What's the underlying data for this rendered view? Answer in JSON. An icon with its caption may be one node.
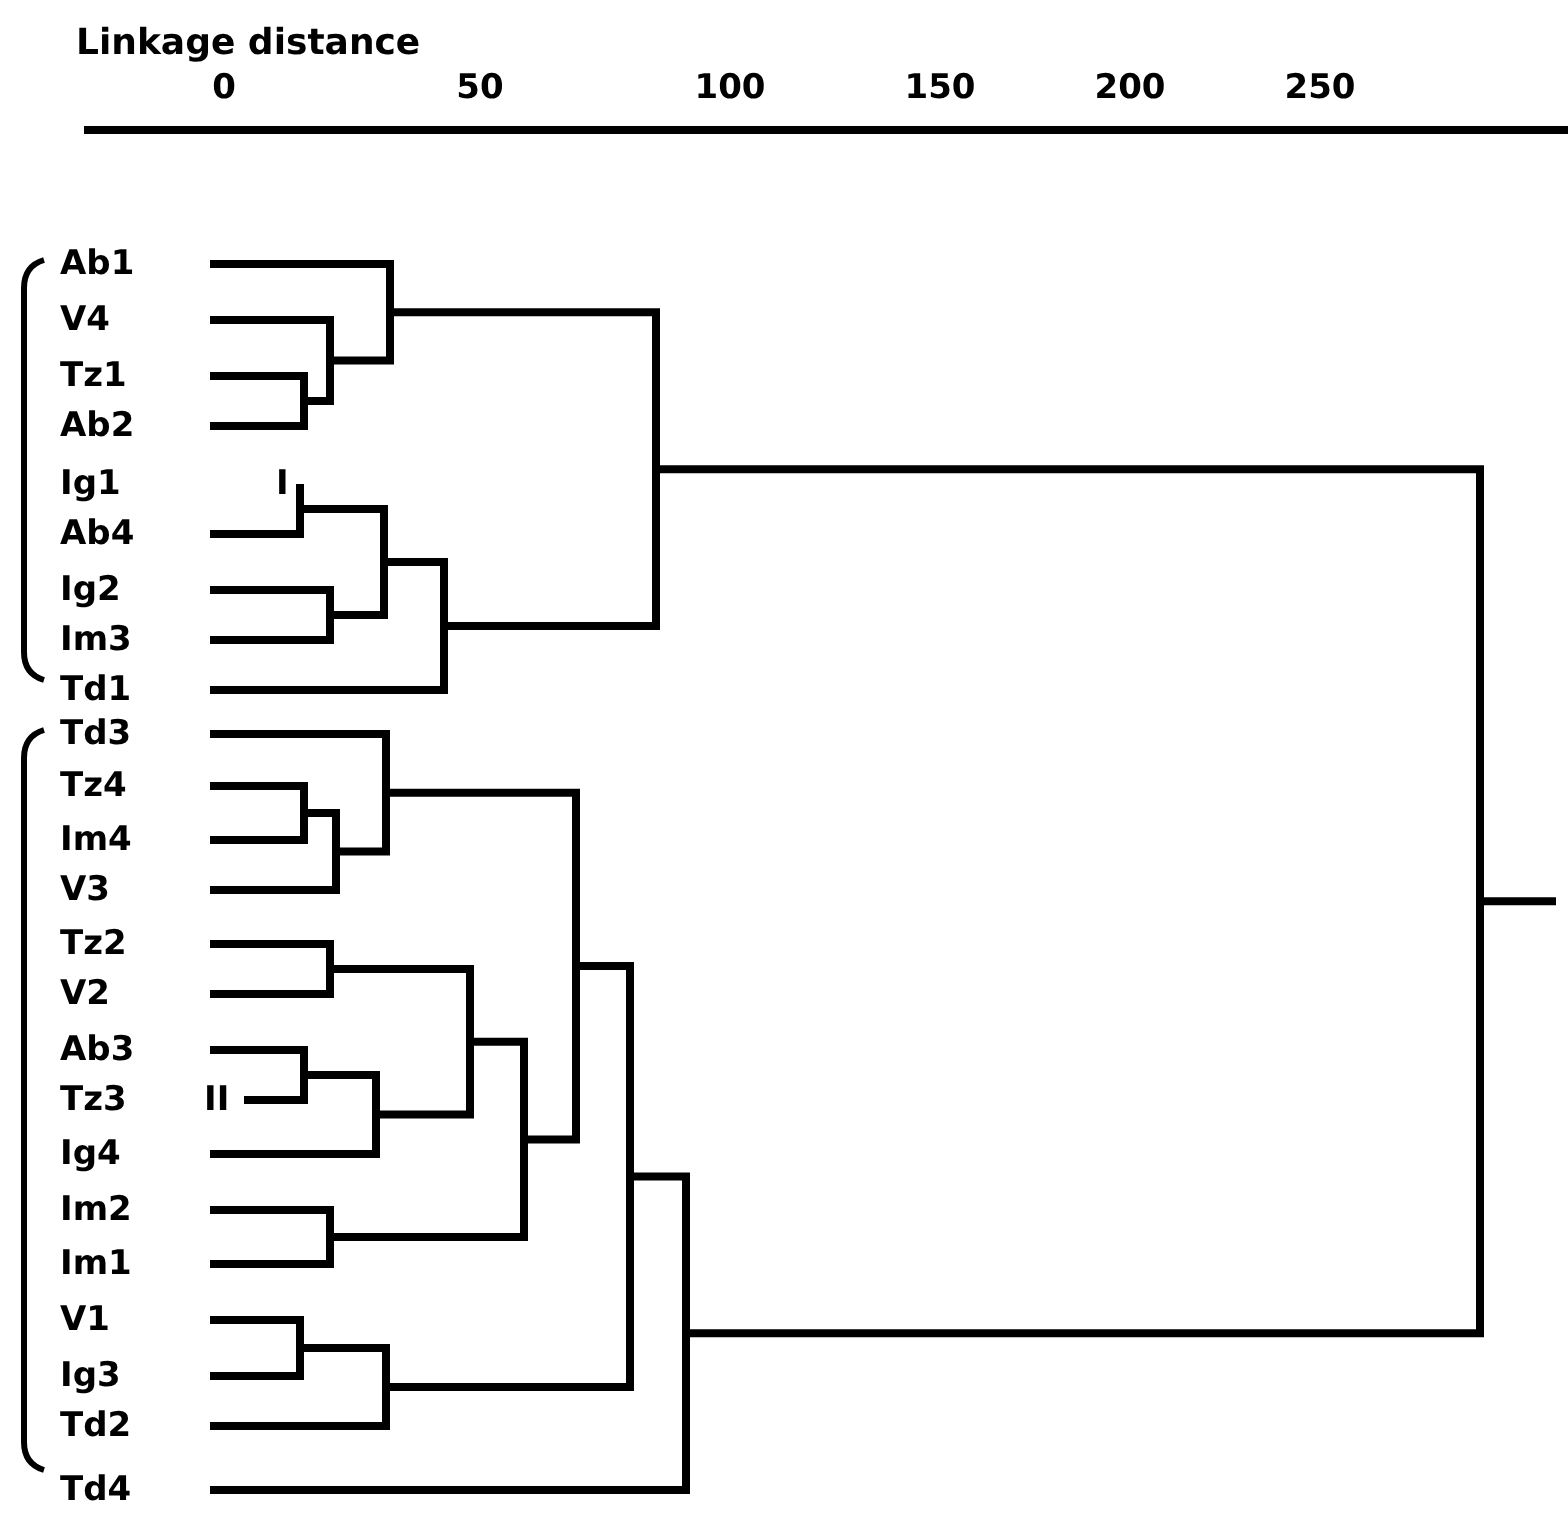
{
  "diagram": {
    "labels": [
      "Linkage distance",
      "0",
      "50",
      "100",
      "150",
      "200",
      "250",
      "Ab1",
      "V4",
      "Tz1",
      "Ab2",
      "Ig1",
      "I",
      "Ab4",
      "Ig2",
      "Im3",
      "Td1",
      "Td3",
      "Tz4",
      "Im4",
      "V3",
      "Tz2",
      "V2",
      "Ab3",
      "Tz3",
      "II",
      "Ig4",
      "Im2",
      "Im1",
      "V1",
      "Ig3",
      "Td2",
      "Td4"
    ]
  }
}
